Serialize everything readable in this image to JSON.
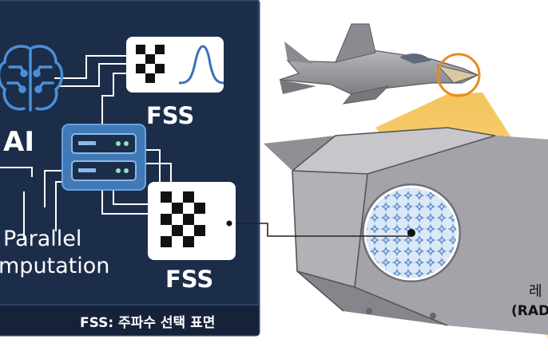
{
  "labels": {
    "ai": "AI",
    "fss_top": "FSS",
    "fss_bottom": "FSS",
    "parallel_line1": "Parallel",
    "parallel_line2": "mputation",
    "legend": "FSS: 주파수 선택 표면",
    "radome_kr": "레",
    "radome_en": "(RAD"
  },
  "colors": {
    "panel_bg": "#1c2d4a",
    "panel_border": "#2a3f63",
    "accent_blue": "#4a90d9",
    "server_blue": "#3f79b8",
    "wire": "#ffffff",
    "gold": "#f0c060",
    "radome_grey": "#a7a7ab"
  },
  "icons": [
    "brain-icon",
    "server-icon",
    "fss-pattern-icon",
    "resonance-curve-icon",
    "fighter-jet-icon"
  ]
}
